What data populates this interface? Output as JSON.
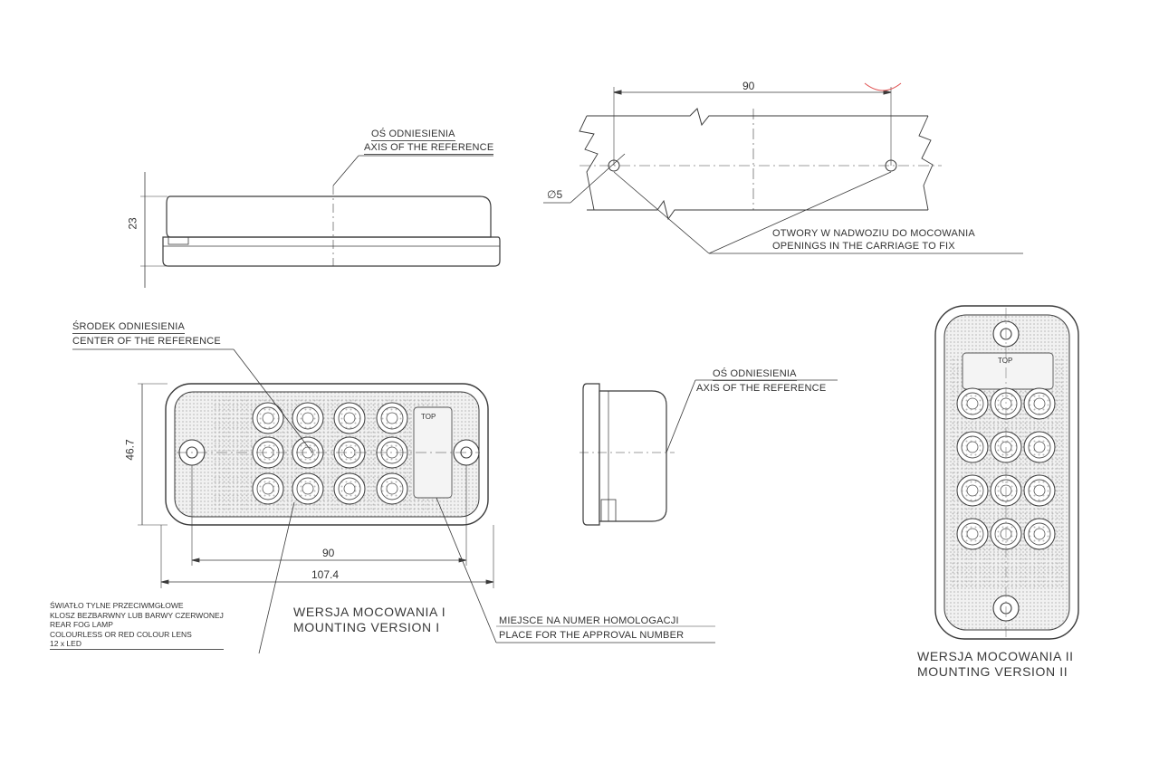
{
  "side_view": {
    "height_dim": "23",
    "axis_label_pl": "OŚ ODNIESIENIA",
    "axis_label_en": "AXIS OF THE REFERENCE"
  },
  "mounting_holes": {
    "spacing_dim": "90",
    "diameter_dim": "∅5",
    "label_pl": "OTWORY W NADWOZIU DO MOCOWANIA",
    "label_en": "OPENINGS IN THE CARRIAGE TO FIX"
  },
  "front_view": {
    "center_label_pl": "ŚRODEK ODNIESIENIA",
    "center_label_en": "CENTER OF THE REFERENCE",
    "height_dim": "46.7",
    "hole_spacing_dim": "90",
    "width_dim": "107.4",
    "top_mark": "TOP",
    "version_pl": "WERSJA MOCOWANIA I",
    "version_en": "MOUNTING VERSION I"
  },
  "end_view": {
    "axis_label_pl": "OŚ ODNIESIENIA",
    "axis_label_en": "AXIS OF THE REFERENCE"
  },
  "description": {
    "line1": "ŚWIATŁO TYLNE PRZECIWMGŁOWE",
    "line2": "KLOSZ BEZBARWNY LUB BARWY CZERWONEJ",
    "line3": "REAR FOG LAMP",
    "line4": "COLOURLESS OR RED COLOUR LENS",
    "line5": "12 x LED"
  },
  "homologation": {
    "label_pl": "MIEJSCE NA NUMER HOMOLOGACJI",
    "label_en": "PLACE FOR THE APPROVAL NUMBER"
  },
  "vertical_view": {
    "top_mark": "TOP",
    "version_pl": "WERSJA MOCOWANIA II",
    "version_en": "MOUNTING VERSION II"
  },
  "colors": {
    "line": "#3a3a3a",
    "thin_line": "#666666",
    "texture": "#c8c8c8",
    "accent_red": "#e05050"
  }
}
